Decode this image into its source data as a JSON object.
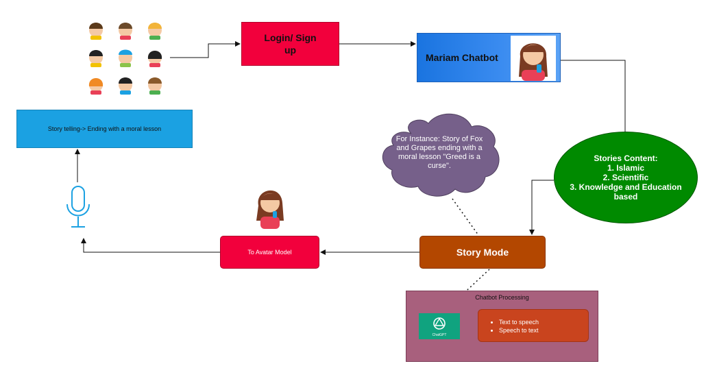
{
  "nodes": {
    "login": "Login/ Sign up",
    "mariam": "Mariam Chatbot",
    "story_telling": "Story telling-> Ending with a moral lesson",
    "stories": {
      "title": "Stories Content:",
      "items": [
        "1. Islamic",
        "2. Scientific",
        "3. Knowledge and Education based"
      ]
    },
    "story_mode": "Story Mode",
    "to_avatar": "To Avatar Model",
    "cloud": "For Instance: Story of Fox and Grapes ending with a moral lesson \"Greed is a curse\".",
    "processing": {
      "title": "Chatbot Processing",
      "logo_label": "ChatGPT",
      "tasks": [
        "Text to speech",
        "Speech to text"
      ]
    }
  },
  "icons": {
    "users": "user-group-icon",
    "mic": "microphone-icon",
    "avatar": "avatar-icon",
    "gpt": "chatgpt-logo-icon"
  },
  "colors": {
    "login": "#f2003c",
    "mariam": "#1a74e0",
    "story_telling": "#1ba1e2",
    "stories": "#008a00",
    "story_mode": "#b34700",
    "to_avatar": "#f2003c",
    "cloud": "#76608a",
    "processing": "#a8607d",
    "tasks": "#c9441e",
    "gpt": "#10a37f"
  }
}
